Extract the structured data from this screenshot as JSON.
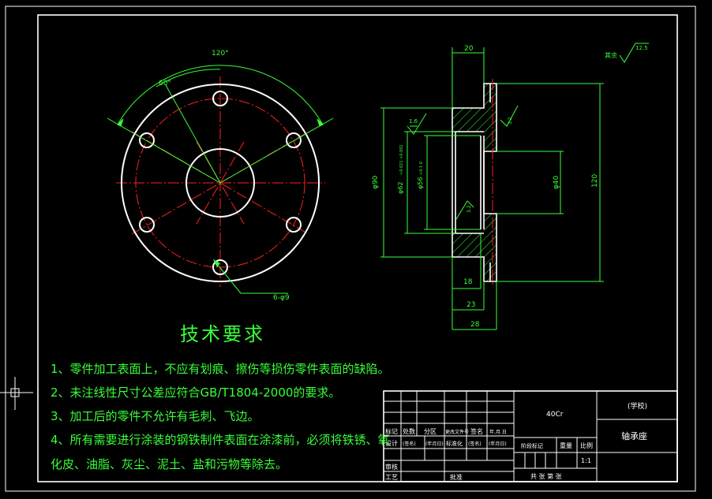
{
  "colors": {
    "background": "#000000",
    "frame": "#ffffff",
    "dimension": "#38ff38",
    "centerline": "#ff2020",
    "hatch": "#38ff38"
  },
  "front_view": {
    "angle_120": "120°",
    "angle_60": "60°",
    "hole_callout": "6-φ9"
  },
  "section_view": {
    "dim_20": "20",
    "dim_18": "18",
    "dim_23": "23",
    "dim_28": "28",
    "dim_90": "φ90",
    "dim_62": "φ62",
    "dim_62_tol": "+0.021 +0.002",
    "dim_56": "φ56",
    "dim_56_tol": "+0.1 0",
    "dim_40": "φ40",
    "dim_120": "120",
    "rough_16": "1.6",
    "rough_32a": "3.2",
    "rough_32b": "3.2",
    "rough_125": "12.5",
    "rough_rest": "其余"
  },
  "requirements": {
    "title": "技术要求",
    "lines": [
      "1、零件加工表面上，不应有划痕、擦伤等损伤零件表面的缺陷。",
      "2、未注线性尺寸公差应符合GB/T1804-2000的要求。",
      "3、加工后的零件不允许有毛刺、飞边。",
      "4、所有需要进行涂装的钢铁制件表面在涂漆前，必须将铁锈、氧",
      "化皮、油脂、灰尘、泥土、盐和污物等除去。"
    ]
  },
  "title_block": {
    "material": "40Cr",
    "school": "(学校)",
    "part_name": "轴承座",
    "mark": "标记",
    "count": "处数",
    "zone": "分区",
    "change_doc": "更改文件号",
    "signature": "签名",
    "date_fmt": "年.月.日",
    "design": "设计",
    "signature_paren": "(签名)",
    "date_paren": "(年月日)",
    "standardize": "标准化",
    "stage_mark": "阶段标记",
    "weight": "重量",
    "scale": "比例",
    "scale_value": "1:1",
    "review": "审核",
    "process": "工艺",
    "approve": "批准",
    "sheets": "共 张 第 张"
  }
}
